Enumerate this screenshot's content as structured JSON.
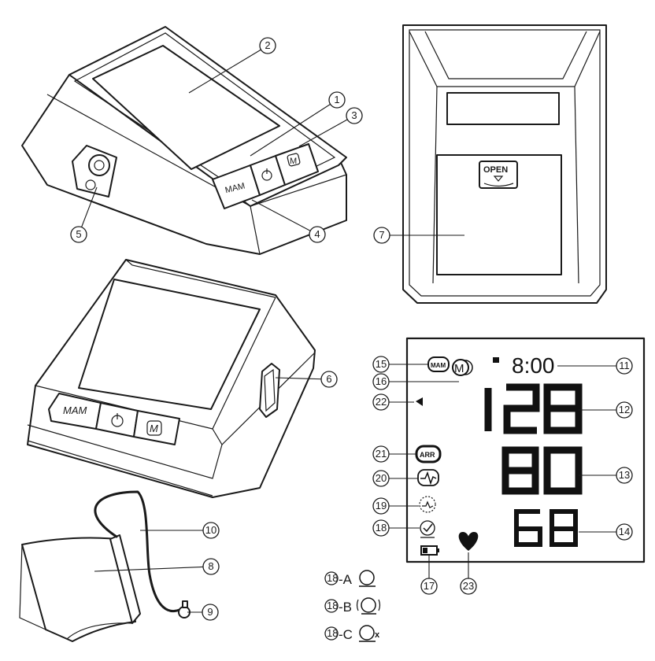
{
  "device": {
    "button_mam": "MAM",
    "button_memory": "M",
    "cuff_socket_label": "OPEN"
  },
  "display": {
    "time": "8:00",
    "systolic": "128",
    "diastolic": "80",
    "pulse": "68",
    "mam_icon": "MAM",
    "memory_icon": "M",
    "arr_icon": "ARR"
  },
  "legend": [
    {
      "key": "18-A",
      "icon": "cuff-ok-icon"
    },
    {
      "key": "18-B",
      "icon": "cuff-loose-icon"
    },
    {
      "key": "18-C",
      "icon": "cuff-error-icon"
    }
  ],
  "callouts": [
    {
      "num": "1"
    },
    {
      "num": "2"
    },
    {
      "num": "3"
    },
    {
      "num": "4"
    },
    {
      "num": "5"
    },
    {
      "num": "6"
    },
    {
      "num": "7"
    },
    {
      "num": "8"
    },
    {
      "num": "9"
    },
    {
      "num": "10"
    },
    {
      "num": "11"
    },
    {
      "num": "12"
    },
    {
      "num": "13"
    },
    {
      "num": "14"
    },
    {
      "num": "15"
    },
    {
      "num": "16"
    },
    {
      "num": "17"
    },
    {
      "num": "18"
    },
    {
      "num": "19"
    },
    {
      "num": "20"
    },
    {
      "num": "21"
    },
    {
      "num": "22"
    },
    {
      "num": "23"
    }
  ],
  "colors": {
    "ink": "#1a1a1a",
    "paper": "#ffffff"
  }
}
